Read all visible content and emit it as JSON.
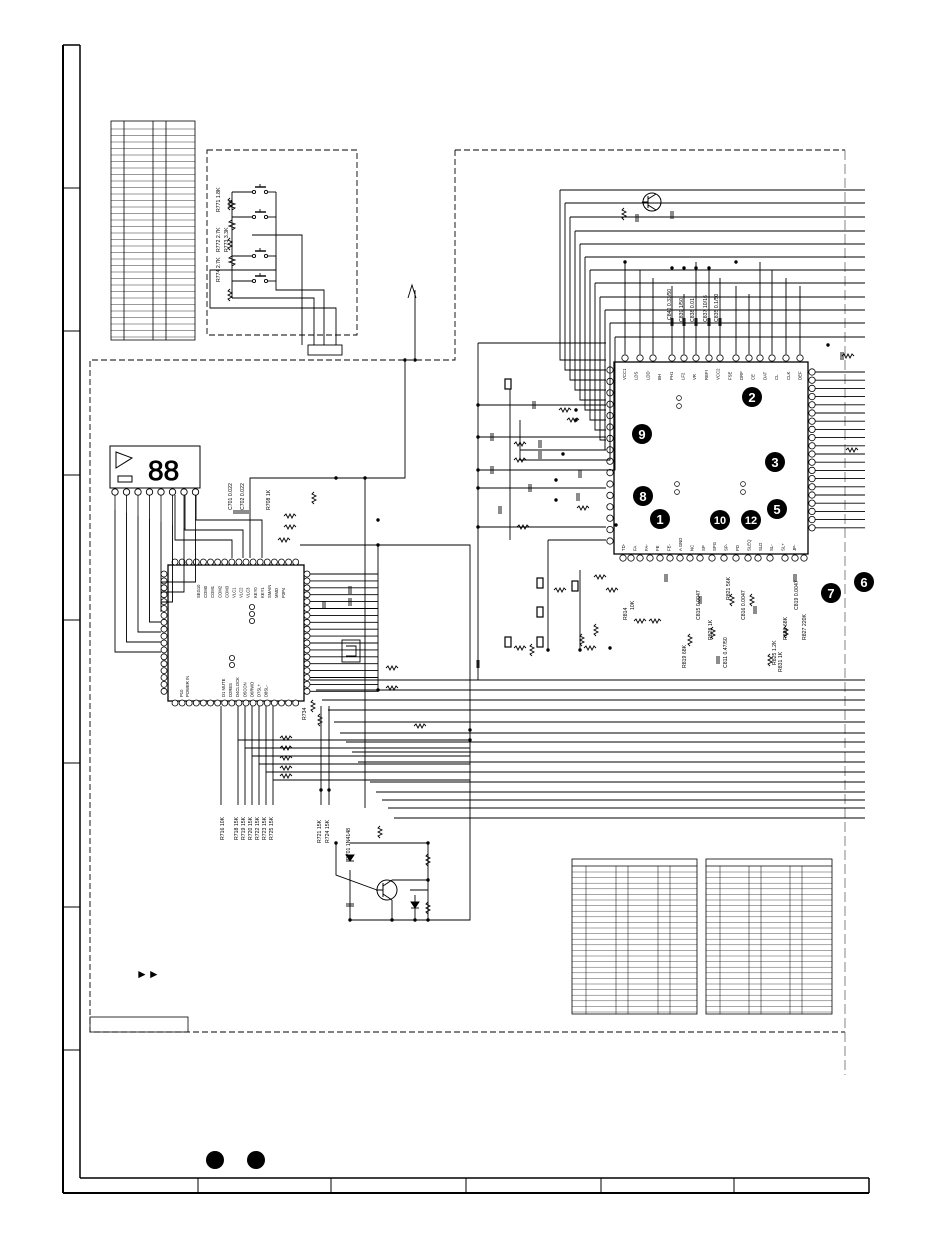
{
  "schematic": {
    "key_resistors": [
      {
        "ref": "R771",
        "value": "1.8K"
      },
      {
        "ref": "R772",
        "value": "2.7K"
      },
      {
        "ref": "R773",
        "value": "3.3K"
      },
      {
        "ref": "R774",
        "value": "2.7K"
      }
    ],
    "servo_ic_top_pins": [
      "VCC1",
      "LDS",
      "LDD",
      "BH",
      "PH1",
      "LF2",
      "VR",
      "REFI",
      "VCC2",
      "FSE",
      "DRF",
      "CE",
      "DAT",
      "CL",
      "CLK",
      "DEF"
    ],
    "servo_ic_bottom_pins": [
      "TD-",
      "FA",
      "FA-",
      "FE",
      "FE-",
      "A GND",
      "NC",
      "SP",
      "SPG",
      "SP-",
      "PD",
      "SLEQ",
      "SLD",
      "SL-",
      "SL+",
      "JP-"
    ],
    "servo_caps_top": [
      {
        "ref": "C840",
        "value": "0.33/50"
      },
      {
        "ref": "C839",
        "value": "1/50"
      },
      {
        "ref": "C838",
        "value": "0.01"
      },
      {
        "ref": "C837",
        "value": "10/16"
      },
      {
        "ref": "C835",
        "value": "0.1/50"
      }
    ],
    "servo_parts_bottom": [
      {
        "ref": "R814",
        "value": "10K"
      },
      {
        "ref": "C815",
        "value": "0.0047"
      },
      {
        "ref": "R819",
        "value": "68K"
      },
      {
        "ref": "R821",
        "value": "56K"
      },
      {
        "ref": "C811",
        "value": "0.47/50"
      },
      {
        "ref": "C816",
        "value": "0.0047"
      },
      {
        "ref": "R826",
        "value": "68K"
      },
      {
        "ref": "C819",
        "value": "0.0047"
      },
      {
        "ref": "R825",
        "value": "1.2K"
      },
      {
        "ref": "R827",
        "value": "220K"
      },
      {
        "ref": "R831",
        "value": "1K"
      },
      {
        "ref": "R828",
        "value": "1K"
      }
    ],
    "micro_top_pins": [
      "SEG10",
      "COM0",
      "COM1",
      "COM2",
      "COM3",
      "VLC1",
      "VLC2",
      "VLC3",
      "KEY0",
      "KEY1",
      "SMAIN",
      "MMD",
      "P3P4"
    ],
    "micro_left_labels": [
      "P10",
      "POWER IN"
    ],
    "micro_bottom_pins": [
      "D1 MUTE",
      "D2RES",
      "D4CLOCK",
      "D5CON",
      "D6RWD",
      "D7SL+",
      "D8SL-"
    ],
    "lcd_caps": [
      {
        "ref": "C701",
        "value": "0.022"
      },
      {
        "ref": "C702",
        "value": "0.022"
      }
    ],
    "r708": {
      "ref": "R708",
      "value": "1K"
    },
    "r734": {
      "ref": "R734"
    },
    "micro_bottom_resistors": [
      {
        "ref": "R716",
        "value": "10K"
      },
      {
        "ref": "R718",
        "value": "15K"
      },
      {
        "ref": "R719",
        "value": "15K"
      },
      {
        "ref": "R720",
        "value": "15K"
      },
      {
        "ref": "R722",
        "value": "15K"
      },
      {
        "ref": "R723",
        "value": "15K"
      },
      {
        "ref": "R725",
        "value": "15K"
      }
    ],
    "micro_bottom_resistors_b": [
      {
        "ref": "R721",
        "value": "15K"
      },
      {
        "ref": "R724",
        "value": "15K"
      }
    ],
    "diode": {
      "ref": "D701",
      "value": "1N4148"
    },
    "callouts": [
      "1",
      "2",
      "3",
      "5",
      "6",
      "7",
      "8",
      "9",
      "10",
      "12"
    ],
    "arrow_symbol": "►►"
  }
}
